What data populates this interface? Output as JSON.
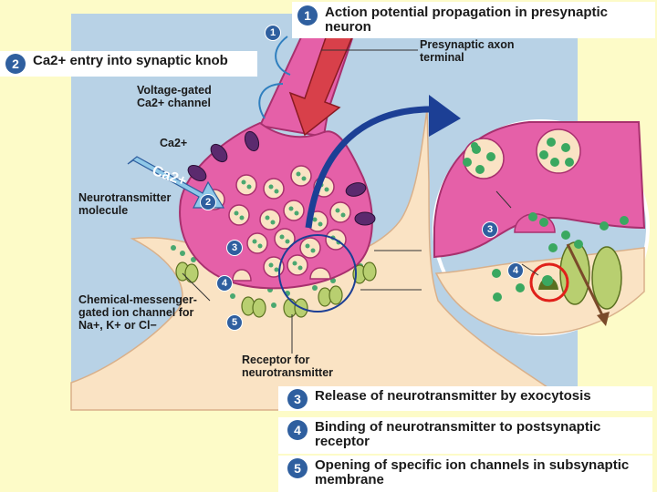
{
  "steps": [
    {
      "number": "1",
      "text": "Action potential propagation in presynaptic neuron"
    },
    {
      "number": "2",
      "text": "Ca2+ entry into synaptic knob"
    },
    {
      "number": "3",
      "text": "Release of neurotransmitter by exocytosis"
    },
    {
      "number": "4",
      "text": "Binding of neurotransmitter to postsynaptic receptor"
    },
    {
      "number": "5",
      "text": "Opening of specific ion channels in subsynaptic membrane"
    }
  ],
  "labels": {
    "presynaptic_axon_terminal": "Presynaptic axon terminal",
    "voltage_gated_channel": "Voltage-gated Ca2+ channel",
    "ca_ion": "Ca2+",
    "ca_arrow": "Ca2+",
    "neurotransmitter_molecule": "Neurotransmitter molecule",
    "chem_gated_channel": "Chemical-messenger-gated ion channel for Na+, K+ or Cl−",
    "receptor": "Receptor for neurotransmitter"
  },
  "badges": {
    "b1": "1",
    "b2": "2",
    "b3": "3",
    "b4": "4",
    "b5": "5",
    "z3": "3",
    "z4": "4"
  },
  "colors": {
    "background": "#fdfbc8",
    "panel": "#b8d2e6",
    "presynaptic": "#e560a8",
    "postsynaptic": "#fae3c4",
    "step_badge": "#2f5f9f",
    "arrow": "#d8404a",
    "highlight_ring": "#e0201a"
  }
}
